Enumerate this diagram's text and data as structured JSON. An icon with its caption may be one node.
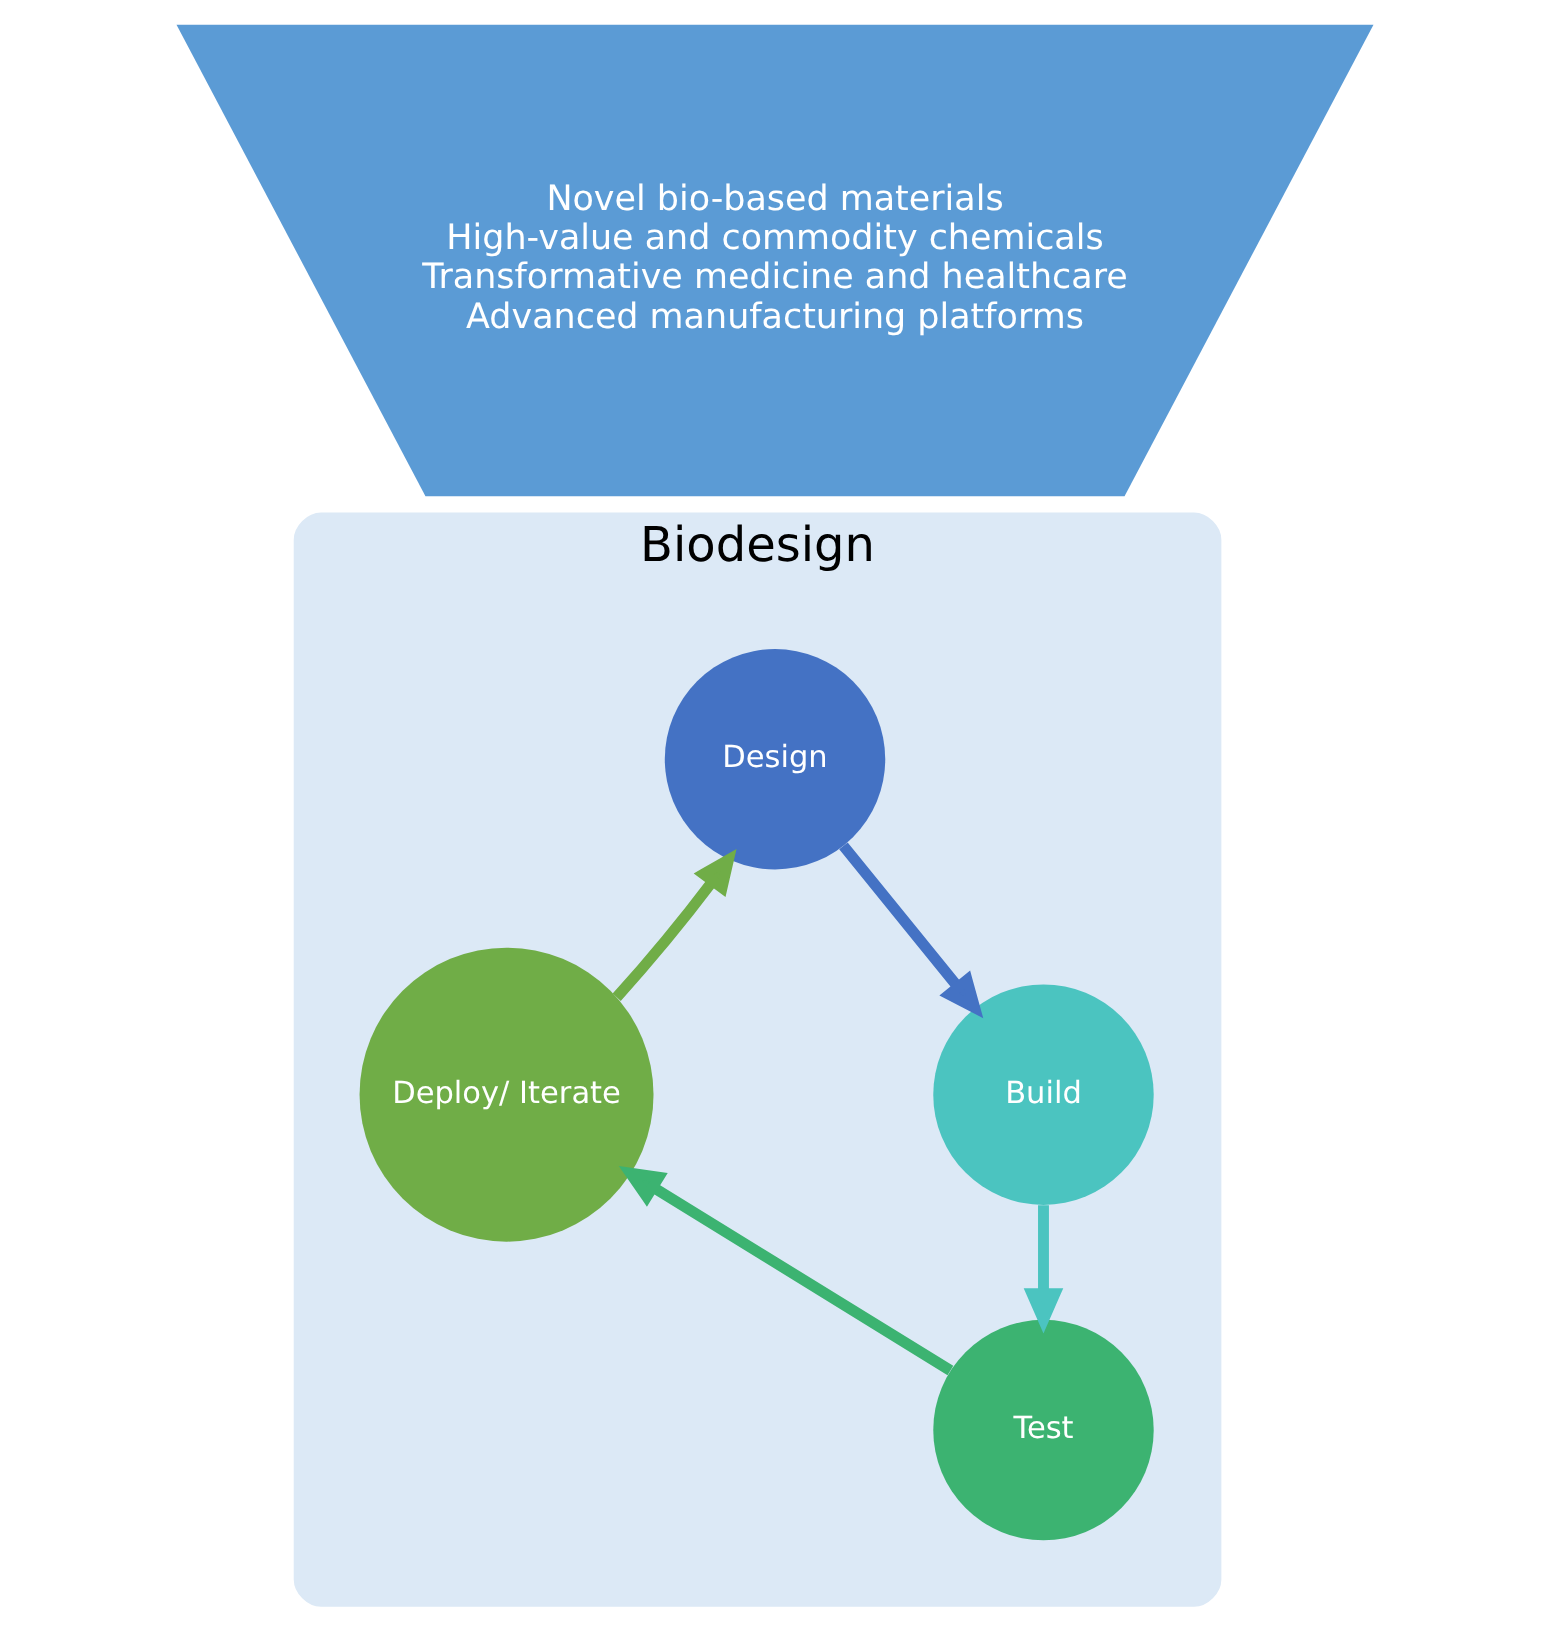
{
  "diagram": {
    "nodes": [
      {
        "text": [
          "Novel bio-based materials",
          "High-value and commodity chemicals",
          "Transformative medicine and healthcare",
          "Advanced manufacturing platforms"
        ]
      },
      {
        "text": [
          "Biodesign"
        ]
      },
      {
        "text": [
          "Design"
        ],
        "in": 1
      },
      {
        "text": [
          "Build"
        ],
        "in": 1
      },
      {
        "text": [
          "Test"
        ],
        "in": 1
      },
      {
        "text": [
          "Deploy/ Iterate"
        ],
        "in": 1
      }
    ],
    "edges": [
      {
        "from": 2,
        "to": 3,
        "arrow": "to",
        "color": "#4472c4"
      },
      {
        "from": 3,
        "to": 4,
        "arrow": "to",
        "color": "#4bc4c0"
      },
      {
        "from": 4,
        "to": 5,
        "arrow": "to",
        "color": "#3cb371"
      },
      {
        "from": 5,
        "to": 2,
        "arrow": "to",
        "color": "#70ad47"
      }
    ]
  }
}
